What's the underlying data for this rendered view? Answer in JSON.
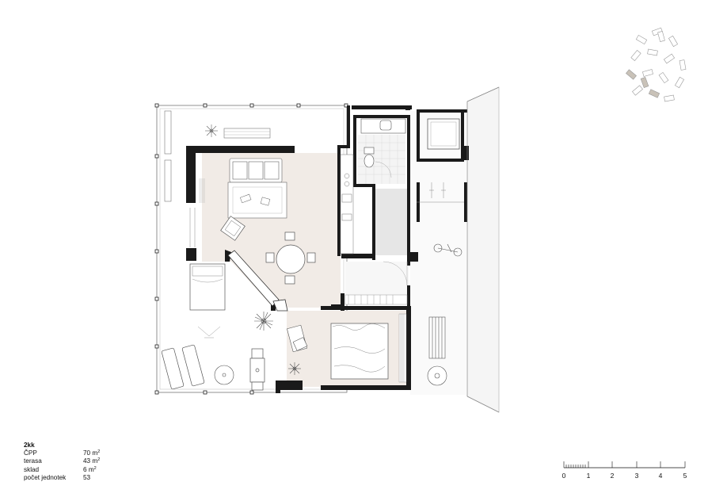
{
  "legend": {
    "title": "2kk",
    "rows": [
      {
        "label": "ČPP",
        "value": "70 m",
        "sup": "2"
      },
      {
        "label": "terasa",
        "value": "43 m",
        "sup": "2"
      },
      {
        "label": "sklad",
        "value": "6 m",
        "sup": "2"
      },
      {
        "label": "počet jednotek",
        "value": "53",
        "sup": ""
      }
    ]
  },
  "scale_bar": {
    "labels": [
      "0",
      "1",
      "2",
      "3",
      "4",
      "5"
    ]
  },
  "colors": {
    "wall": "#1a1a1a",
    "wood_floor": "#f1ebe6",
    "tile_floor": "#eeeeee",
    "terrace_shade": "#f5f5f5",
    "line": "#9a9a9a",
    "tree_accent": "#c9c2b8"
  },
  "icons": [
    "plant-icon",
    "sofa-icon",
    "rug-icon",
    "armchair-icon",
    "table-icon",
    "chair-icon",
    "bed-icon",
    "toilet-icon",
    "sink-icon",
    "bicycle-icon",
    "sun-lounger-icon",
    "tree-cluster-icon",
    "bench-icon"
  ]
}
